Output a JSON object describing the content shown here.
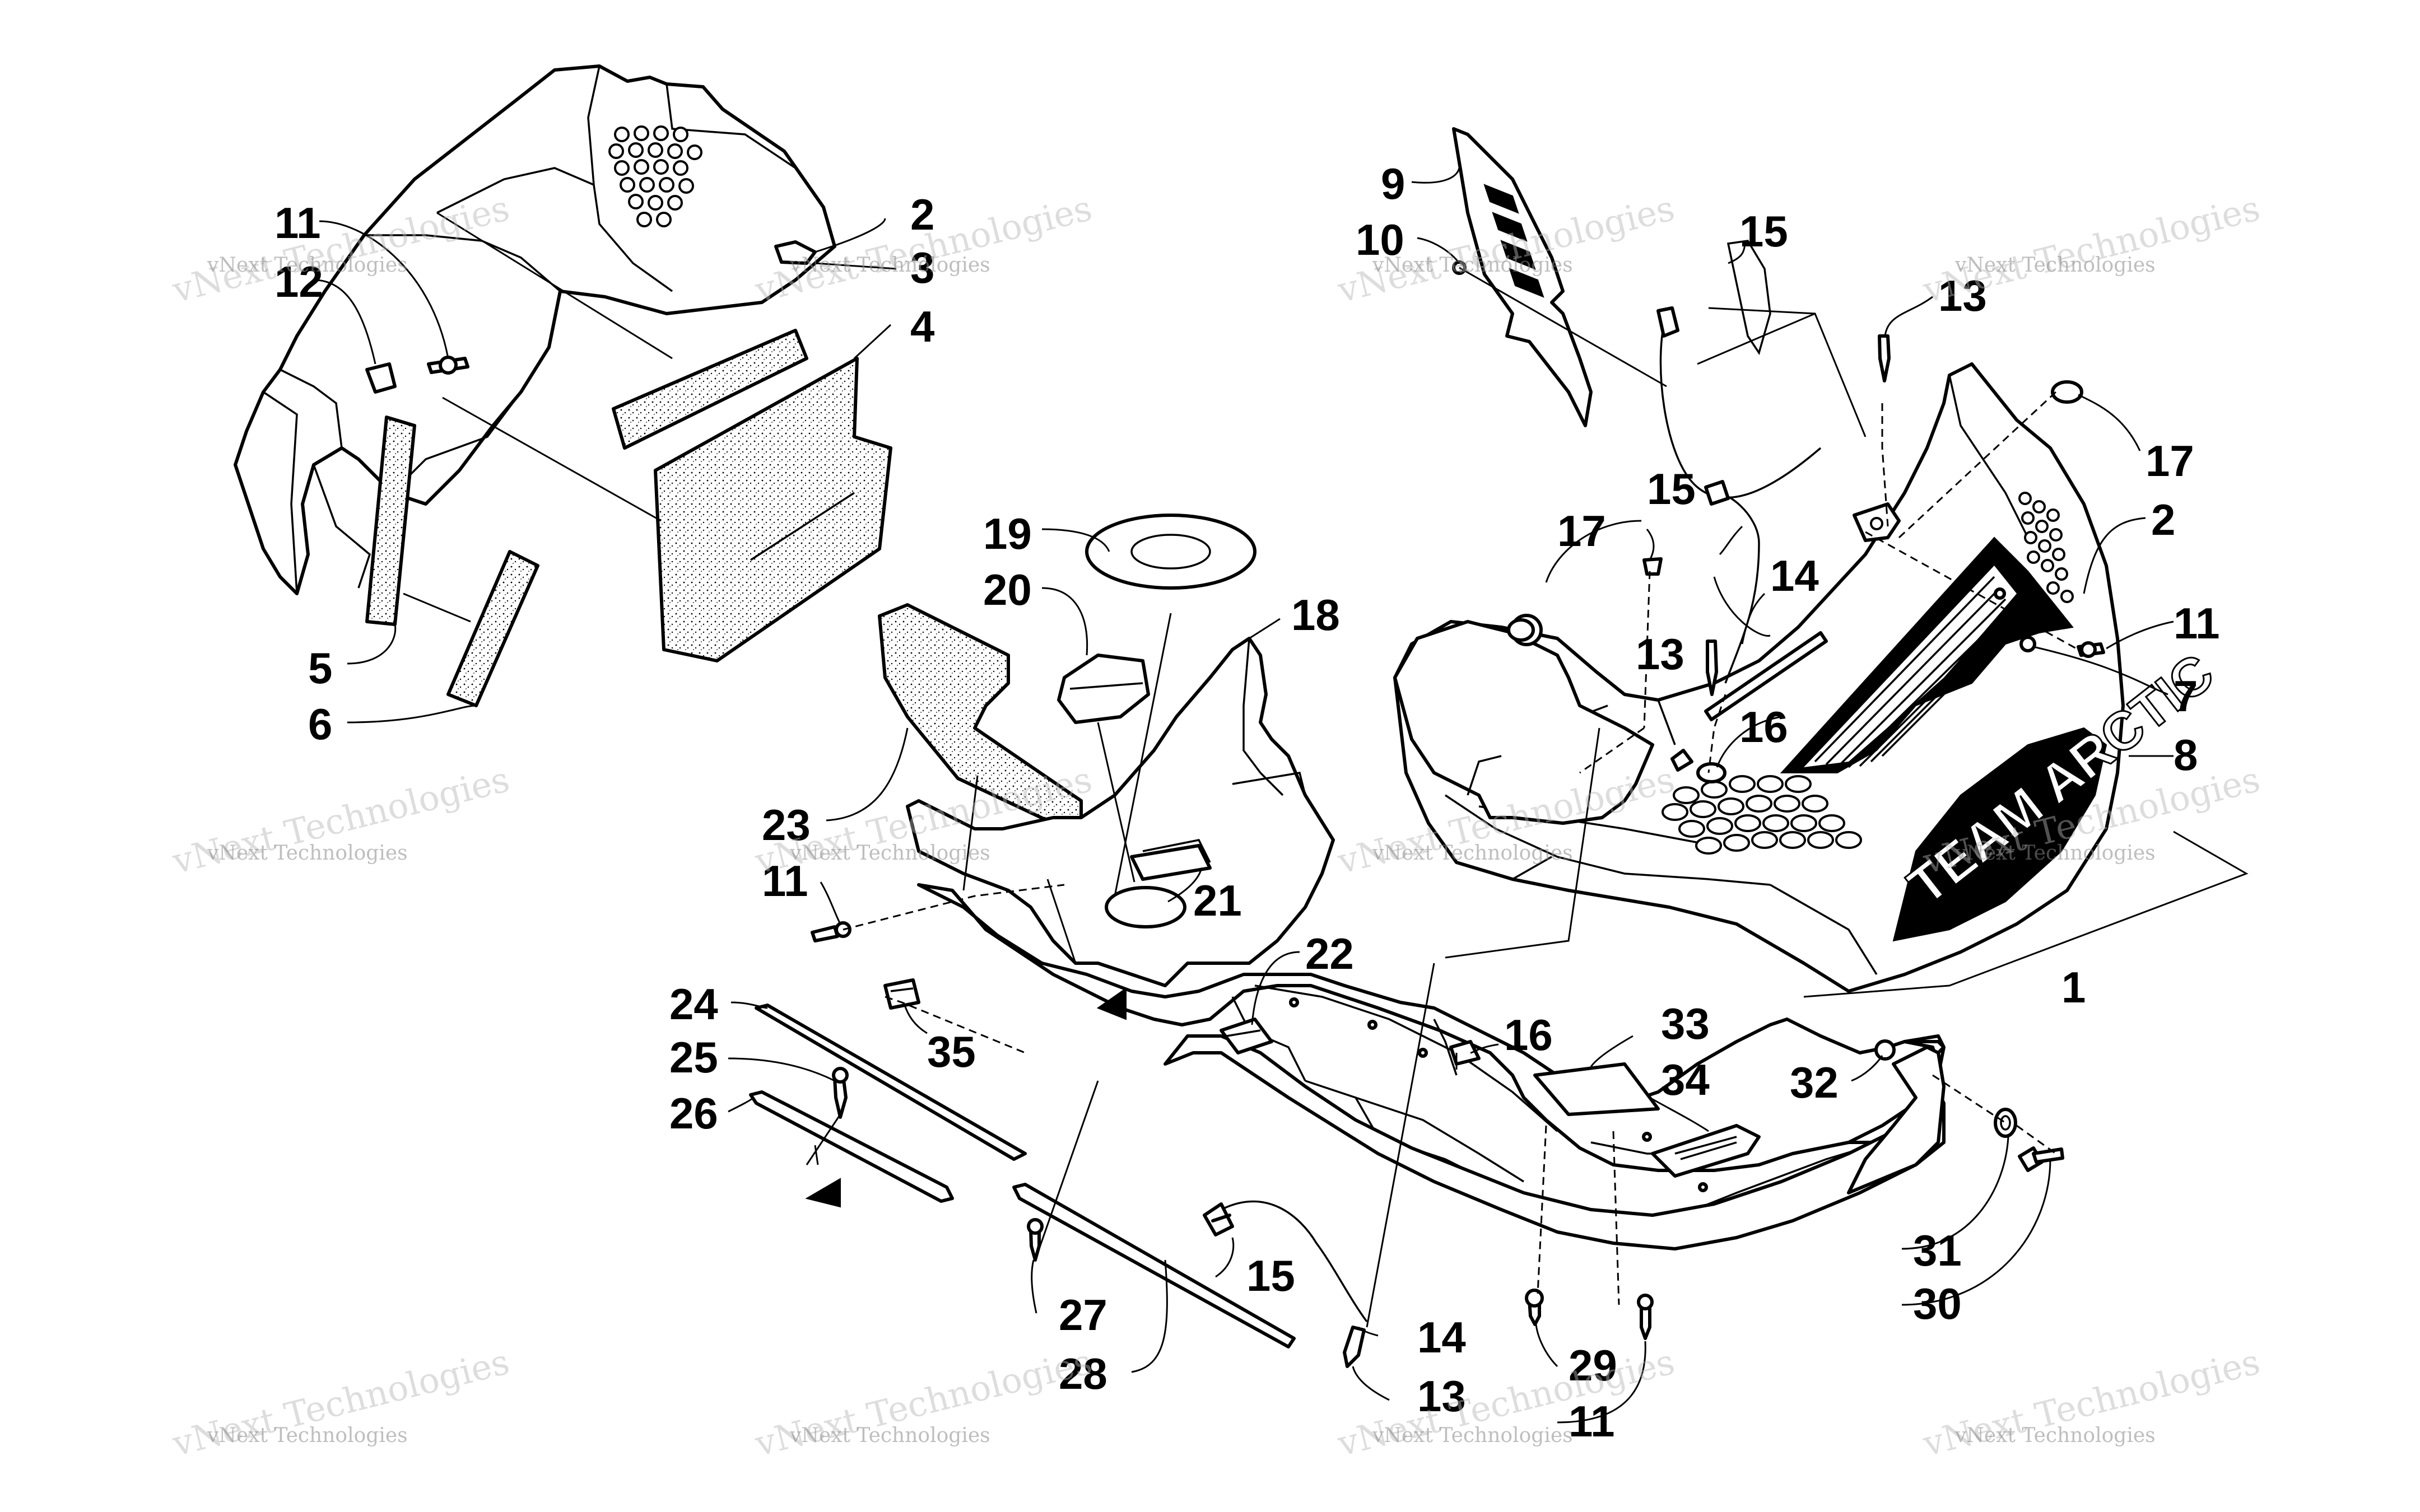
{
  "callouts": [
    {
      "id": "c-11a",
      "label": "11"
    },
    {
      "id": "c-12",
      "label": "12"
    },
    {
      "id": "c-2a",
      "label": "2"
    },
    {
      "id": "c-3",
      "label": "3"
    },
    {
      "id": "c-4",
      "label": "4"
    },
    {
      "id": "c-5",
      "label": "5"
    },
    {
      "id": "c-6",
      "label": "6"
    },
    {
      "id": "c-9",
      "label": "9"
    },
    {
      "id": "c-10",
      "label": "10"
    },
    {
      "id": "c-15a",
      "label": "15"
    },
    {
      "id": "c-13a",
      "label": "13"
    },
    {
      "id": "c-17a",
      "label": "17"
    },
    {
      "id": "c-2b",
      "label": "2"
    },
    {
      "id": "c-11b",
      "label": "11"
    },
    {
      "id": "c-7",
      "label": "7"
    },
    {
      "id": "c-8",
      "label": "8"
    },
    {
      "id": "c-1",
      "label": "1"
    },
    {
      "id": "c-15b",
      "label": "15"
    },
    {
      "id": "c-17b",
      "label": "17"
    },
    {
      "id": "c-14a",
      "label": "14"
    },
    {
      "id": "c-13b",
      "label": "13"
    },
    {
      "id": "c-16a",
      "label": "16"
    },
    {
      "id": "c-19",
      "label": "19"
    },
    {
      "id": "c-20",
      "label": "20"
    },
    {
      "id": "c-18",
      "label": "18"
    },
    {
      "id": "c-23",
      "label": "23"
    },
    {
      "id": "c-11c",
      "label": "11"
    },
    {
      "id": "c-21",
      "label": "21"
    },
    {
      "id": "c-22",
      "label": "22"
    },
    {
      "id": "c-24",
      "label": "24"
    },
    {
      "id": "c-35",
      "label": "35"
    },
    {
      "id": "c-25",
      "label": "25"
    },
    {
      "id": "c-26",
      "label": "26"
    },
    {
      "id": "c-16b",
      "label": "16"
    },
    {
      "id": "c-33",
      "label": "33"
    },
    {
      "id": "c-34",
      "label": "34"
    },
    {
      "id": "c-32",
      "label": "32"
    },
    {
      "id": "c-31",
      "label": "31"
    },
    {
      "id": "c-30",
      "label": "30"
    },
    {
      "id": "c-27",
      "label": "27"
    },
    {
      "id": "c-15c",
      "label": "15"
    },
    {
      "id": "c-14b",
      "label": "14"
    },
    {
      "id": "c-28",
      "label": "28"
    },
    {
      "id": "c-13c",
      "label": "13"
    },
    {
      "id": "c-29",
      "label": "29"
    },
    {
      "id": "c-11d",
      "label": "11"
    }
  ],
  "watermark": {
    "small": "vNext Technologies",
    "large": "vNext Technologies"
  },
  "decal_text": "TEAM ARCTIC",
  "colors": {
    "line": "#000000",
    "background": "#ffffff",
    "watermark": "#a0a0a0"
  }
}
